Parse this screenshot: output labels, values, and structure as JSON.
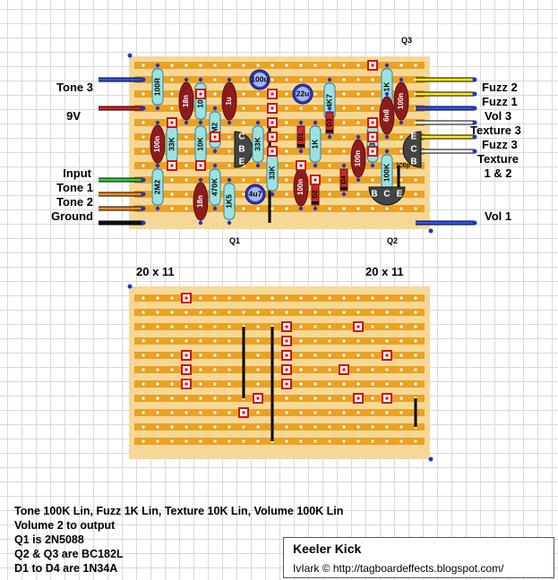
{
  "left_labels": [
    "Tone 3",
    "9V",
    "Input",
    "Tone 1",
    "Tone 2",
    "Ground"
  ],
  "right_labels": [
    "Fuzz 2",
    "Fuzz 1",
    "Vol 3",
    "Texture 3",
    "Fuzz 3",
    "Texture\n1 & 2",
    "Vol 1"
  ],
  "transistor_labels": {
    "q1": "Q1",
    "q2": "Q2",
    "q3": "Q3"
  },
  "board_size_label": "20 x 11",
  "component_labels": [
    "100R",
    "18n",
    "10K",
    "2M2",
    "1u",
    "100u",
    "22u",
    "4K7",
    "1K",
    "100n",
    "100n",
    "33K",
    "10K",
    "2M2",
    "C",
    "B",
    "E",
    "33K",
    "D1",
    "1K",
    "D3",
    "100n",
    "33K",
    "6n8",
    "E",
    "C",
    "B",
    "100p",
    "100K",
    "470K",
    "1K5",
    "2M2",
    "18n",
    "4u7",
    "33K",
    "100n",
    "D2",
    "D4",
    "B",
    "C",
    "E"
  ],
  "notes": [
    "Tone 100K Lin, Fuzz 1K Lin, Texture 10K Lin, Volume 100K Lin",
    "Volume 2 to output",
    "Q1 is 2N5088",
    "Q2 & Q3 are BC182L",
    "D1 to D4 are 1N34A"
  ],
  "credit": {
    "title": "Keeler Kick",
    "url": "IvIark © http://tagboardeffects.blogspot.com/"
  }
}
